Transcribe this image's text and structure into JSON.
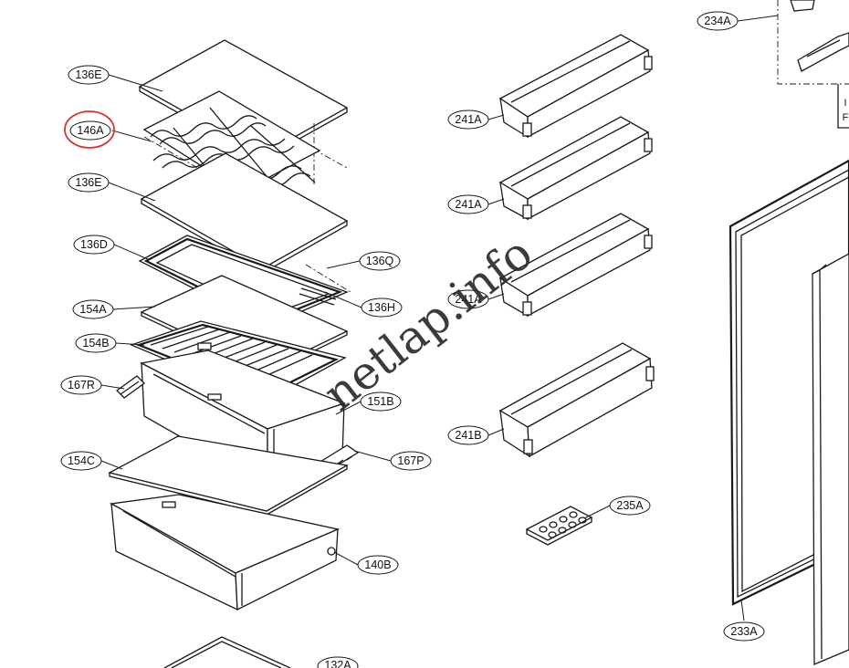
{
  "watermark": "netlap.info",
  "highlight_color": "#d9322e",
  "callouts": [
    {
      "id": "c1",
      "label": "136E"
    },
    {
      "id": "c2",
      "label": "146A",
      "highlighted": true
    },
    {
      "id": "c3",
      "label": "136E"
    },
    {
      "id": "c4",
      "label": "136D"
    },
    {
      "id": "c5",
      "label": "136Q"
    },
    {
      "id": "c6",
      "label": "136H"
    },
    {
      "id": "c7",
      "label": "154A"
    },
    {
      "id": "c8",
      "label": "154B"
    },
    {
      "id": "c9",
      "label": "167R"
    },
    {
      "id": "c10",
      "label": "151B"
    },
    {
      "id": "c11",
      "label": "167P"
    },
    {
      "id": "c12",
      "label": "154C"
    },
    {
      "id": "c13",
      "label": "140B"
    },
    {
      "id": "c14",
      "label": "132A"
    },
    {
      "id": "c15",
      "label": "241A"
    },
    {
      "id": "c16",
      "label": "241A"
    },
    {
      "id": "c17",
      "label": "241A"
    },
    {
      "id": "c18",
      "label": "241B"
    },
    {
      "id": "c19",
      "label": "235A"
    },
    {
      "id": "c20",
      "label": "234A"
    },
    {
      "id": "c21",
      "label": "233A"
    }
  ]
}
